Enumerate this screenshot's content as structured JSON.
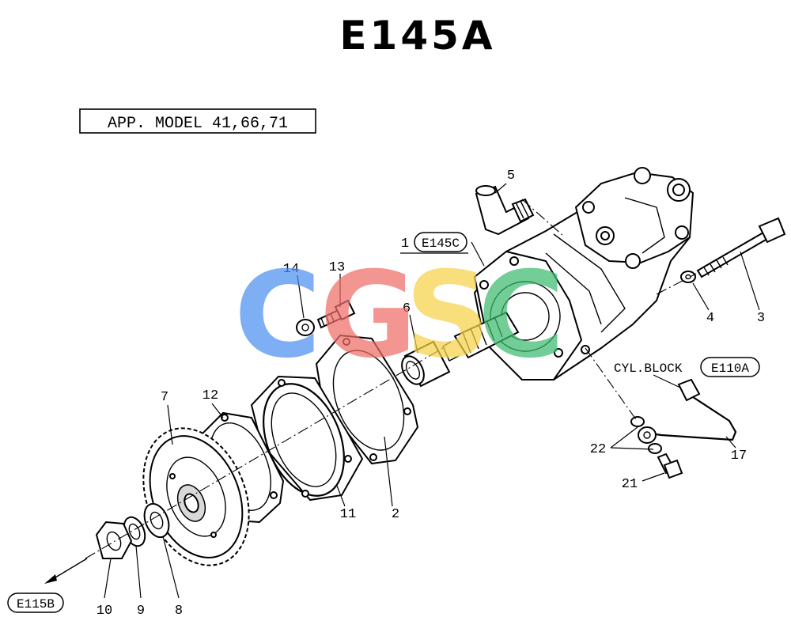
{
  "title": "E145A",
  "applicability": "APP. MODEL 41,66,71",
  "watermark": {
    "letters": [
      "C",
      "G",
      "S",
      "C"
    ],
    "colors": [
      "#4d8ff0",
      "#ef6d68",
      "#f7d24a",
      "#3dbb6e"
    ]
  },
  "references": {
    "main_part_ref": "E145C",
    "cyl_block_label": "CYL.BLOCK",
    "cyl_block_ref": "E110A",
    "out_ref": "E115B"
  },
  "callouts": {
    "c1": "1",
    "c2": "2",
    "c3": "3",
    "c4": "4",
    "c5": "5",
    "c6": "6",
    "c7": "7",
    "c8": "8",
    "c9": "9",
    "c10": "10",
    "c11": "11",
    "c12": "12",
    "c13": "13",
    "c14": "14",
    "c17": "17",
    "c21": "21",
    "c22": "22"
  }
}
